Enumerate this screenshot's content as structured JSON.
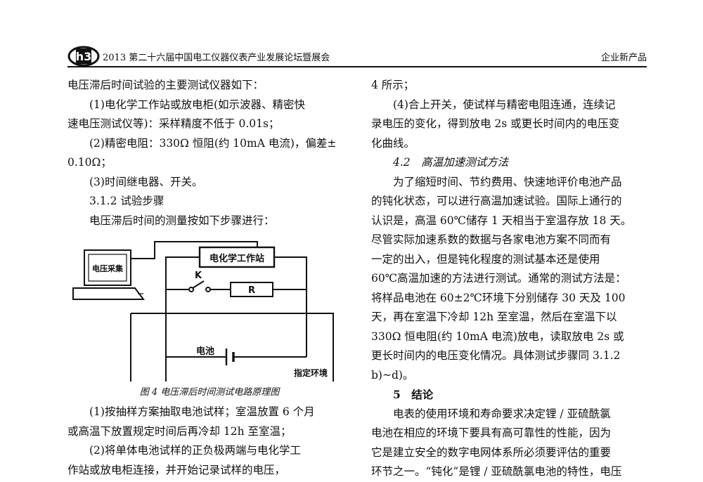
{
  "header": {
    "logo_text": "h3",
    "left": "2013 第二十六届中国电工仪器仪表产业发展论坛暨展会",
    "right": "企业新产品"
  },
  "left_column": {
    "lines_top": [
      {
        "text": "电压滞后时间试验的主要测试仪器如下：",
        "indent": false
      },
      {
        "text": "(1)电化学工作站或放电柜(如示波器、精密快",
        "indent": true
      },
      {
        "text": "速电压测试仪等)：采样精度不低于 0.01s；",
        "indent": false
      },
      {
        "text": "(2)精密电阻：330Ω 恒阻(约 10mA 电流)，偏差±",
        "indent": true
      },
      {
        "text": "0.10Ω；",
        "indent": false
      },
      {
        "text": "(3)时间继电器、开关。",
        "indent": true
      },
      {
        "text": "3.1.2 试验步骤",
        "indent": true
      },
      {
        "text": "电压滞后时间的测量按如下步骤进行：",
        "indent": true
      }
    ],
    "figure": {
      "computer_label": "电压采集",
      "workstation_label": "电化学工作站",
      "switch_label": "K",
      "resistor_label": "R",
      "battery_label": "电池",
      "env_label": "指定环境",
      "caption": "图 4 电压滞后时间测试电路原理图"
    },
    "lines_bottom": [
      {
        "text": "(1)按抽样方案抽取电池试样；室温放置 6 个月",
        "indent": true
      },
      {
        "text": "或高温下放置规定时间后再冷却 12h 至室温；",
        "indent": false
      },
      {
        "text": "(2)将单体电池试样的正负极两端与电化学工",
        "indent": true
      },
      {
        "text": "作站或放电柜连接，并开始记录试样的电压，",
        "indent": false
      }
    ]
  },
  "right_column": {
    "lines": [
      {
        "text": "4 所示；",
        "indent": false,
        "style": ""
      },
      {
        "text": "(4)合上开关，使试样与精密电阻连通，连续记",
        "indent": true,
        "style": ""
      },
      {
        "text": "录电压的变化，得到放电 2s 或更长时间内的电压变",
        "indent": false,
        "style": ""
      },
      {
        "text": "化曲线。",
        "indent": false,
        "style": ""
      },
      {
        "text": "4.2　高温加速测试方法",
        "indent": true,
        "style": "ital"
      },
      {
        "text": "为了缩短时间、节约费用、快速地评价电池产品",
        "indent": true,
        "style": ""
      },
      {
        "text": "的钝化状态，可以进行高温加速试验。国际上通行的",
        "indent": false,
        "style": ""
      },
      {
        "text": "认识是，高温 60℃储存 1 天相当于室温存放 18 天。",
        "indent": false,
        "style": ""
      },
      {
        "text": "尽管实际加速系数的数据与各家电池方案不同而有",
        "indent": false,
        "style": ""
      },
      {
        "text": "一定的出入，但是钝化程度的测试基本还是使用",
        "indent": false,
        "style": ""
      },
      {
        "text": "60℃高温加速的方法进行测试。通常的测试方法是：",
        "indent": false,
        "style": ""
      },
      {
        "text": "将样品电池在 60±2℃环境下分别储存 30 天及 100",
        "indent": false,
        "style": ""
      },
      {
        "text": "天，再在室温下冷却 12h 至室温，然后在室温下以",
        "indent": false,
        "style": ""
      },
      {
        "text": "330Ω 恒电阻(约 10mA 电流)放电，读取放电 2s 或",
        "indent": false,
        "style": ""
      },
      {
        "text": "更长时间内的电压变化情况。具体测试步骤同 3.1.2",
        "indent": false,
        "style": ""
      },
      {
        "text": "b)~d)。",
        "indent": false,
        "style": ""
      },
      {
        "text": "5　结论",
        "indent": true,
        "style": "heading"
      },
      {
        "text": "电表的使用环境和寿命要求决定锂 / 亚硫酰氯",
        "indent": true,
        "style": ""
      },
      {
        "text": "电池在相应的环境下要具有高可靠性的性能，因为",
        "indent": false,
        "style": ""
      },
      {
        "text": "它是建立安全的数字电网体系所必须要评估的重要",
        "indent": false,
        "style": ""
      },
      {
        "text": "环节之一。“钝化”是锂 / 亚硫酰氯电池的特性，电压",
        "indent": false,
        "style": ""
      }
    ]
  }
}
